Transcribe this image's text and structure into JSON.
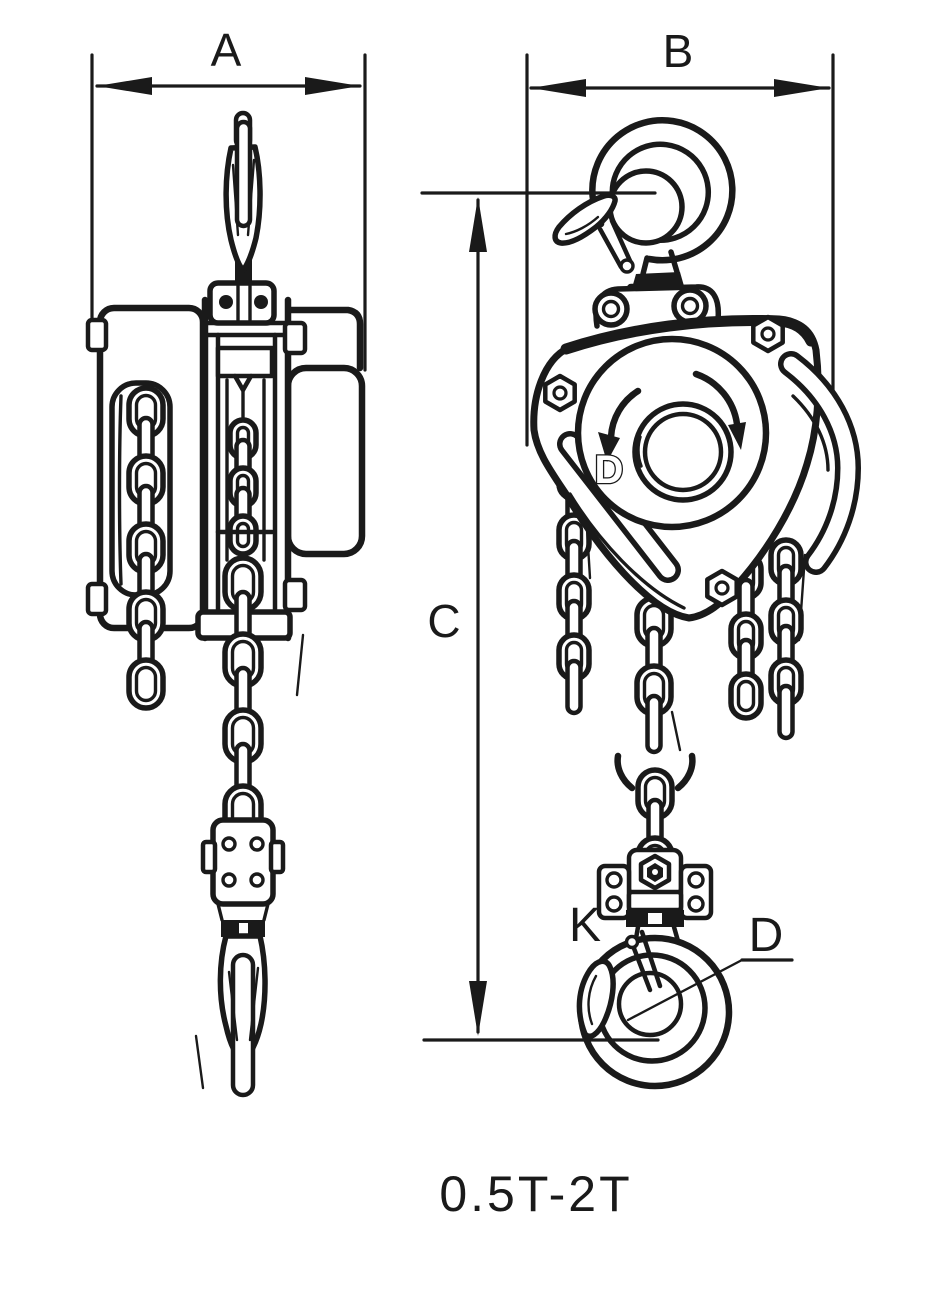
{
  "diagram": {
    "caption": "0.5T-2T",
    "labels": {
      "dim_side_width": "A",
      "dim_front_width": "B",
      "dim_height": "C",
      "handwheel": "D",
      "hook_k": "K",
      "hook_d": "D"
    }
  }
}
